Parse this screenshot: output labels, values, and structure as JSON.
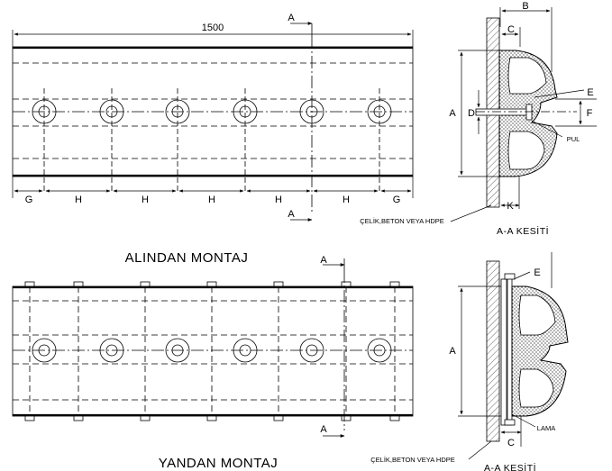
{
  "top_view": {
    "length_label": "1500",
    "section_mark": "A",
    "spacing_labels": [
      "G",
      "H",
      "H",
      "H",
      "H",
      "H",
      "G"
    ],
    "title": "ALINDAN MONTAJ"
  },
  "top_section": {
    "dims": {
      "b": "B",
      "c": "C",
      "a": "A",
      "d": "D",
      "e": "E",
      "f": "F",
      "k": "K"
    },
    "pul_label": "PUL",
    "material_label": "ÇELİK,BETON VEYA HDPE",
    "section_title": "A-A KESİTİ"
  },
  "bottom_view": {
    "section_mark": "A",
    "title": "YANDAN MONTAJ"
  },
  "bottom_section": {
    "dims": {
      "e": "E",
      "a": "A",
      "c": "C"
    },
    "lama_label": "LAMA",
    "material_label": "ÇELİK,BETON VEYA HDPE",
    "section_title": "A-A KESİTİ"
  },
  "colors": {
    "line": "#000000",
    "background": "#ffffff"
  }
}
